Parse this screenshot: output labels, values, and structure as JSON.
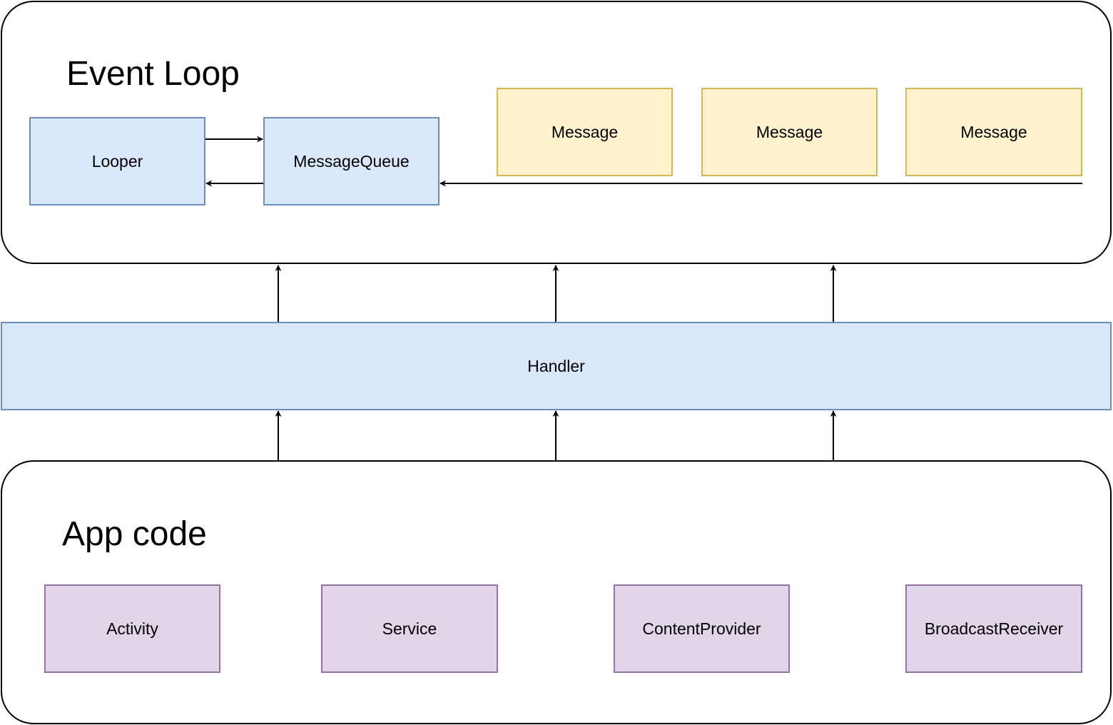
{
  "event_loop": {
    "title": "Event Loop",
    "looper": "Looper",
    "message_queue": "MessageQueue",
    "messages": [
      "Message",
      "Message",
      "Message"
    ]
  },
  "handler": {
    "label": "Handler"
  },
  "app_code": {
    "title": "App code",
    "components": [
      "Activity",
      "Service",
      "ContentProvider",
      "BroadcastReceiver"
    ]
  },
  "colors": {
    "blue_fill": "#dae8fc",
    "blue_stroke": "#6c8ebf",
    "yellow_fill": "#fff2cc",
    "yellow_stroke": "#d6b656",
    "purple_fill": "#e1d5e7",
    "purple_stroke": "#9673a6",
    "line": "#000000"
  }
}
